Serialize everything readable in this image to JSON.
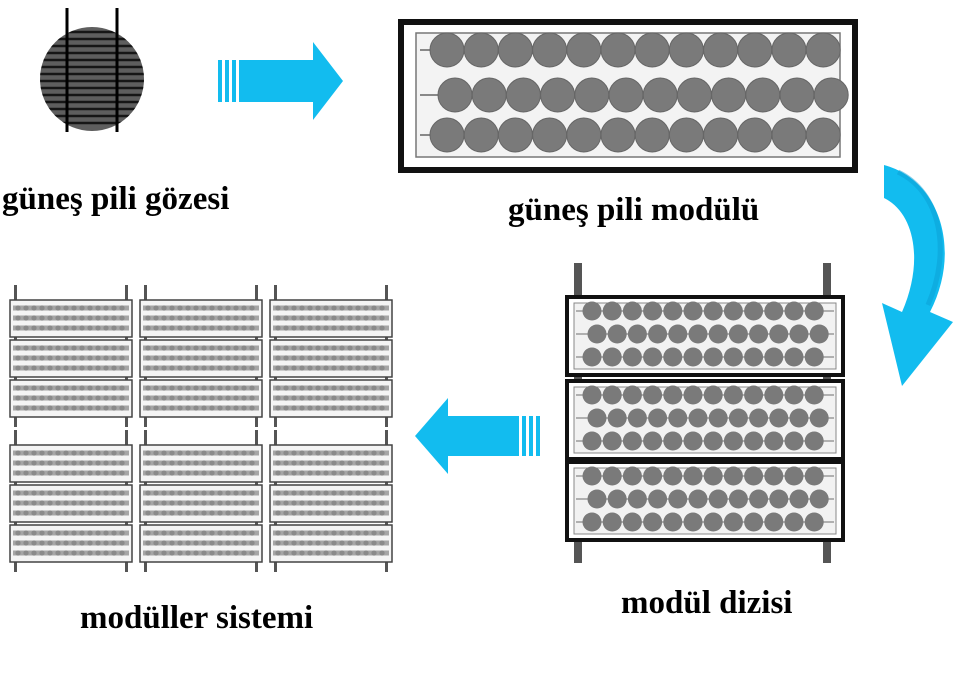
{
  "stages": {
    "cell": {
      "label": "güneş pili gözesi"
    },
    "module": {
      "label": "güneş pili modülü"
    },
    "array": {
      "label": "modül dizisi"
    },
    "system": {
      "label": "modüller sistemi"
    }
  },
  "colors": {
    "arrow": "#12bcef",
    "arrow_dark": "#0a9ed4",
    "cell_fill": "#7a7a7a",
    "frame": "#111111",
    "panel_bg": "#f2f2f2",
    "mini_cell": "#9a9a9a"
  },
  "icons": [
    "solar-cell-icon",
    "arrow-right-icon",
    "arrow-curved-down-icon",
    "arrow-left-icon"
  ]
}
